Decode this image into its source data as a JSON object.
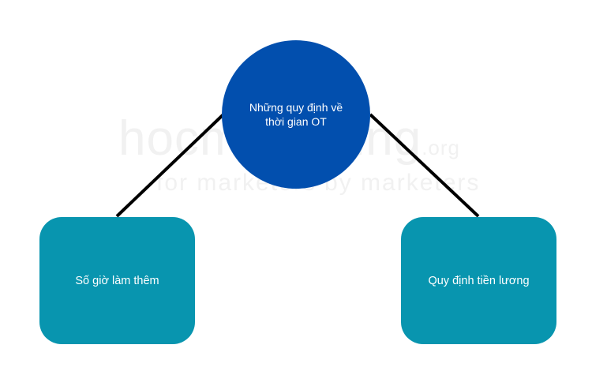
{
  "watermark": {
    "brand_prefix": "hoc",
    "brand_main": "marketing",
    "brand_suffix": ".org",
    "tagline": "for marketers by marketers"
  },
  "diagram": {
    "root": {
      "label": "Những quy định về thời gian OT",
      "color": "#024fae"
    },
    "children": [
      {
        "label": "Số giờ làm thêm",
        "color": "#0895af"
      },
      {
        "label": "Quy định tiền lương",
        "color": "#0895af"
      }
    ],
    "connector_color": "#000000"
  }
}
